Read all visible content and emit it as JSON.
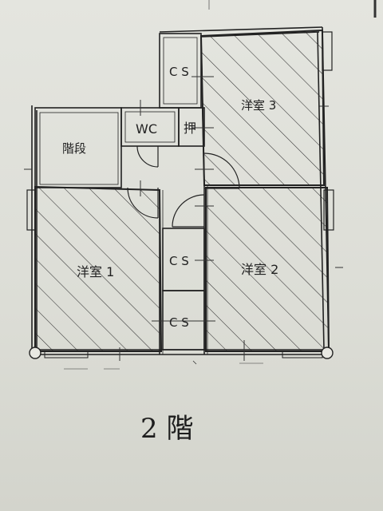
{
  "floor_title": "2 階",
  "rooms": {
    "room1": "洋室 1",
    "room2": "洋室 2",
    "room3": "洋室 3",
    "stairs": "階段",
    "wc": "WC",
    "oshiire": "押",
    "closet_top": "C S",
    "closet_mid": "C S",
    "closet_bottom": "C S"
  }
}
